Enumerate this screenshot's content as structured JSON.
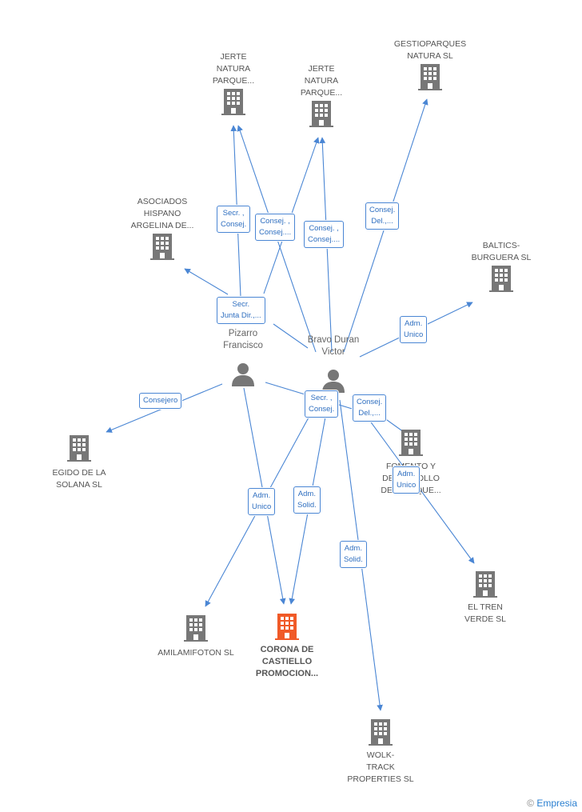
{
  "colors": {
    "edge": "#4a86d4",
    "building": "#777777",
    "focus_building": "#f05a28",
    "person": "#777777"
  },
  "companies": [
    {
      "id": "jerte1",
      "label": "JERTE\nNATURA\nPARQUE...",
      "focus": false
    },
    {
      "id": "jerte2",
      "label": "JERTE\nNATURA\nPARQUE...",
      "focus": false
    },
    {
      "id": "gestio",
      "label": "GESTIOPARQUES\nNATURA SL",
      "focus": false
    },
    {
      "id": "asoc",
      "label": "ASOCIADOS\nHISPANO\nARGELINA DE...",
      "focus": false
    },
    {
      "id": "baltics",
      "label": "BALTICS-\nBURGUERA SL",
      "focus": false
    },
    {
      "id": "egido",
      "label": "EGIDO DE LA\nSOLANA  SL",
      "focus": false
    },
    {
      "id": "fomento",
      "label": "FOMENTO Y\nDESARROLLO\nDEL PARQUE...",
      "focus": false
    },
    {
      "id": "tren",
      "label": "EL TREN\nVERDE SL",
      "focus": false
    },
    {
      "id": "amila",
      "label": "AMILAMIFOTON SL",
      "focus": false
    },
    {
      "id": "corona",
      "label": "CORONA DE\nCASTIELLO\nPROMOCION...",
      "focus": true
    },
    {
      "id": "wolk",
      "label": "WOLK-\nTRACK\nPROPERTIES SL",
      "focus": false
    }
  ],
  "persons": [
    {
      "id": "munoz",
      "label": "Muñoz\nPizarro\nFrancisco"
    },
    {
      "id": "bravo",
      "label": "Bravo Duran\nVictor"
    }
  ],
  "roles": [
    "Secr. ,\nConsej.",
    "Consej. ,\nConsej....",
    "Consej. ,\nConsej....",
    "Consej.\nDel.,...",
    "Secr.\nJunta Dir.,...",
    "Adm.\nUnico",
    "Consejero",
    "Secr. ,\nConsej.",
    "Consej.\nDel.,...",
    "Adm.\nUnico",
    "Adm.\nUnico",
    "Adm.\nSolid.",
    "Adm.\nSolid."
  ],
  "brand": {
    "copyright": "©",
    "name": "Empresia"
  }
}
